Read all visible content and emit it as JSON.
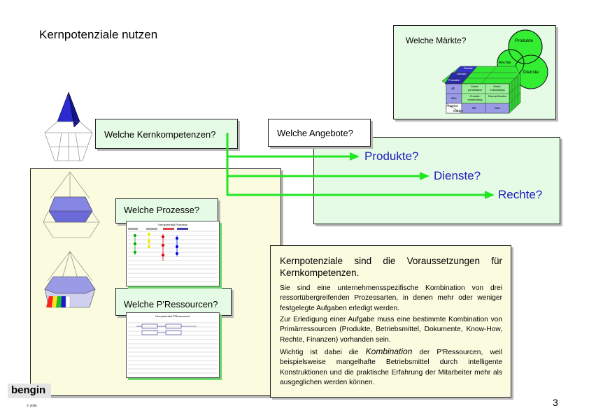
{
  "title": "Kernpotenziale nutzen",
  "questions": {
    "kernkompetenzen": "Welche Kernkompetenzen?",
    "angebote": "Welche Angebote?",
    "prozesse": "Welche Prozesse?",
    "ressourcen": "Welche P'Ressourcen?",
    "maerkte": "Welche Märkte?"
  },
  "offers": [
    "Produkte?",
    "Dienste?",
    "Rechte?"
  ],
  "venn": {
    "produkte": "Produkte",
    "rechte": "Rechte",
    "dienste": "Dienste"
  },
  "cube": {
    "labels": [
      "Rechte",
      "Dienste",
      "Produkte",
      "Angebot",
      "Märkte"
    ],
    "rows": [
      "alt",
      "neu"
    ],
    "cols": [
      "alt",
      "neu"
    ],
    "cells": [
      "Markt-penetration",
      "Markt-entwicklung",
      "Produkt-entwicklung",
      "Diversi-fikation"
    ]
  },
  "textbox": {
    "heading": "Kernpotenziale sind die Voraussetzungen für Kernkompetenzen.",
    "p1": "Sie sind eine unternehmensspezifische Kombination von drei ressortübergreifenden Prozessarten, in denen mehr oder weniger festgelegte Aufgaben erledigt werden.",
    "p2": "Zur Erledigung einer Aufgabe muss eine bestimmte Kombination von Primärressourcen (Produkte, Betriebsmittel, Dokumente, Know-How, Rechte, Finanzen) vorhanden sein.",
    "p3_pre": "Wichtig ist dabei die ",
    "p3_em": "Kombination",
    "p3_post": " der P'Ressourcen, weil beispielsweise mangelhafte Betriebsmittel durch intelligente Konstruktionen und die praktische Erfahrung der Mitarbeiter mehr als ausgeglichen werden können."
  },
  "mini_titles": {
    "prozesse": "Kernpotential Prozesse",
    "ressourcen": "Kernpotential P'Ressourcen"
  },
  "logo": "bengin",
  "copyright": "© 2005",
  "page_number": "3",
  "colors": {
    "arrow": "#22e622",
    "offer_text": "#1d1dbf",
    "venn_fill": "#33ee33",
    "pyramid": "#3a3acf"
  }
}
